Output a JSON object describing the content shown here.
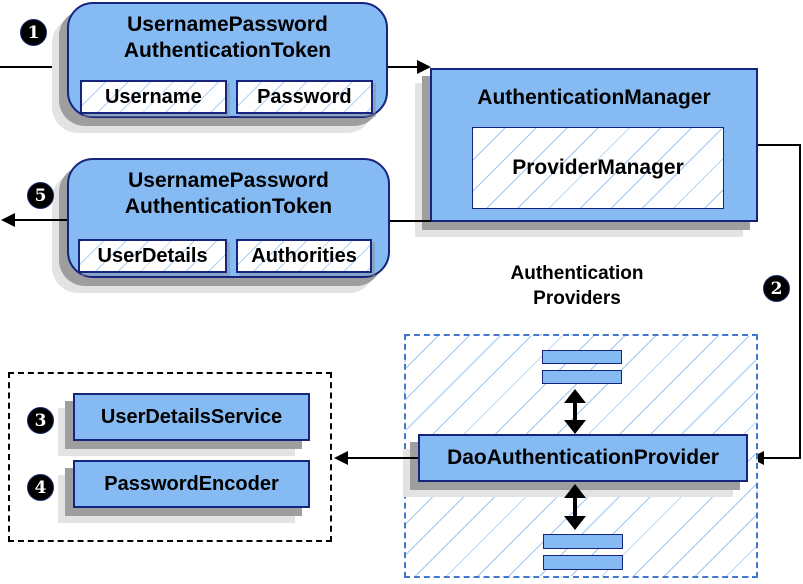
{
  "markers": {
    "step1": "1",
    "step2": "2",
    "step3": "3",
    "step4": "4",
    "step5": "5"
  },
  "request_token": {
    "title_line1": "UsernamePassword",
    "title_line2": "AuthenticationToken",
    "fields": [
      "Username",
      "Password"
    ]
  },
  "authentication_manager": {
    "title": "AuthenticationManager",
    "inner_label": "ProviderManager"
  },
  "response_token": {
    "title_line1": "UsernamePassword",
    "title_line2": "AuthenticationToken",
    "fields": [
      "UserDetails",
      "Authorities"
    ]
  },
  "providers": {
    "label_line1": "Authentication",
    "label_line2": "Providers",
    "dao_label": "DaoAuthenticationProvider"
  },
  "services": {
    "user_details_service": "UserDetailsService",
    "password_encoder": "PasswordEncoder"
  },
  "colors": {
    "box_fill": "#85BAF2",
    "box_border": "#16247E",
    "hatch_line": "#9DC6F2",
    "shadow_dark": "#9E9E9E",
    "shadow_light": "#E3E3E3",
    "dashed_blue": "#4477CC",
    "dashed_black": "#000000",
    "arrow": "#000000"
  }
}
